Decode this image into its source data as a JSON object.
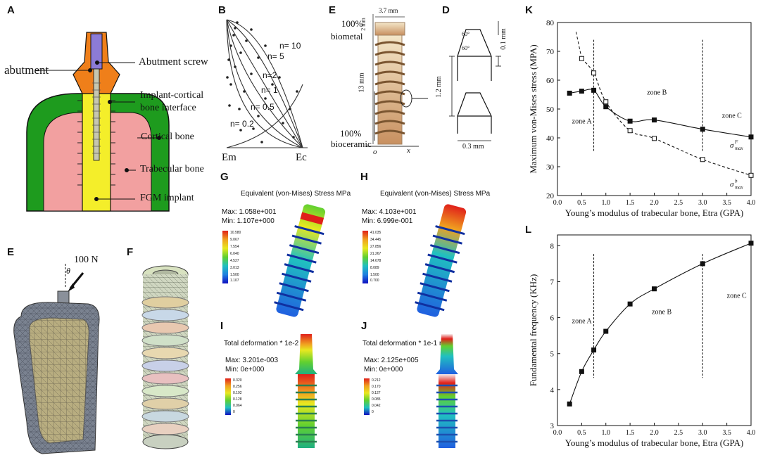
{
  "panels": {
    "A": {
      "label": "A",
      "labels": {
        "abutment": "abutment",
        "abutment_screw": "Abutment screw",
        "interface_1": "Implant-cortical",
        "interface_2": "bone interface",
        "cortical": "Cortical bone",
        "trabecular": "Trabecular bone",
        "fgm": "FGM implant"
      },
      "colors": {
        "cortical": "#1e9b1e",
        "trabecular": "#f2a0a0",
        "implant": "#f4ee2a",
        "abutment": "#ef7f1a",
        "screw": "#8c7bd6"
      }
    },
    "B": {
      "label": "B",
      "curves": [
        "n= 10",
        "n= 5",
        "n=2",
        "n= 1",
        "n= 0.5",
        "n= 0.2"
      ],
      "x_left": "Em",
      "x_right": "Ec"
    },
    "E_top": {
      "label": "E",
      "width": "3.7 mm",
      "top_h": "2 mm",
      "length": "13 mm",
      "top_1": "100%",
      "top_2": "biometal",
      "bot_1": "100%",
      "bot_2": "bioceramic",
      "origin": "o",
      "x": "x"
    },
    "D": {
      "label": "D",
      "a1": "60°",
      "a2": "60°",
      "d1": "0.1 mm",
      "d2": "1.2 mm",
      "d3": "0.3 mm"
    },
    "G": {
      "label": "G",
      "title": "Equivalent (von-Mises) Stress MPa",
      "max": "Max: 1.058e+001",
      "min": "Min: 1.107e+000",
      "legend": [
        "10.580",
        "9.067",
        "7.554",
        "6.040",
        "4.527",
        "3.013",
        "1.500",
        "1.107"
      ]
    },
    "H": {
      "label": "H",
      "title": "Equivalent (von-Mises) Stress MPa",
      "max": "Max: 4.103e+001",
      "min": "Min: 6.999e-001",
      "legend": [
        "41.035",
        "34.445",
        "27.856",
        "21.267",
        "14.678",
        "8.089",
        "1.500",
        "0.700"
      ]
    },
    "I": {
      "label": "I",
      "title": "Total deformation * 1e-2 mm",
      "max": "Max: 3.201e-003",
      "min": "Min: 0e+000",
      "legend": [
        "0.320",
        "0.256",
        "0.192",
        "0.128",
        "0.064",
        "0"
      ]
    },
    "J": {
      "label": "J",
      "title": "Total deformation * 1e-1 mm",
      "max": "Max: 2.125e+005",
      "min": "Min: 0e+000",
      "legend": [
        "0.212",
        "0.170",
        "0.127",
        "0.085",
        "0.042",
        "0"
      ]
    },
    "E_bot": {
      "label": "E",
      "force": "100 N",
      "theta": "θ"
    },
    "F": {
      "label": "F"
    },
    "K": {
      "label": "K"
    },
    "L": {
      "label": "L"
    }
  },
  "legend_colors": [
    "#e0201a",
    "#f0a020",
    "#e8e820",
    "#60d030",
    "#20c0c0",
    "#2080e0",
    "#1010c0"
  ],
  "chart_data": [
    {
      "id": "K",
      "type": "line",
      "xlabel": "Young’s modulus of trabecular bone, Etra (GPA)",
      "ylabel": "Maximum von-Mises stress (MPA)",
      "xlim": [
        0.0,
        4.0
      ],
      "ylim": [
        20,
        80
      ],
      "xticks": [
        "0.0",
        "0.5",
        "1.0",
        "1.5",
        "2.0",
        "2.5",
        "3.0",
        "3.5",
        "4.0"
      ],
      "yticks": [
        "20",
        "30",
        "40",
        "50",
        "60",
        "70",
        "80"
      ],
      "zones": [
        {
          "label": "zone A",
          "x": 0.3,
          "y": 45
        },
        {
          "label": "zone B",
          "x": 1.85,
          "y": 55
        },
        {
          "label": "zone C",
          "x": 3.4,
          "y": 47
        }
      ],
      "dividers": [
        0.75,
        3.0
      ],
      "series": [
        {
          "name": "σ",
          "sub": "max",
          "sup": "F",
          "marker": "filled",
          "dashed": false,
          "x": [
            0.25,
            0.5,
            0.75,
            1.0,
            1.5,
            2.0,
            3.0,
            4.0
          ],
          "y": [
            55.5,
            56.2,
            56.5,
            50.8,
            45.8,
            46.2,
            43.0,
            40.3
          ]
        },
        {
          "name": "σ",
          "sub": "max",
          "sup": "b",
          "marker": "open",
          "dashed": true,
          "x": [
            0.5,
            0.75,
            1.0,
            1.5,
            2.0,
            3.0,
            4.0
          ],
          "y": [
            67.5,
            62.5,
            52.5,
            42.5,
            39.8,
            32.5,
            27.0
          ]
        }
      ]
    },
    {
      "id": "L",
      "type": "line",
      "xlabel": "Young’s modulus of trabecular bone, Etra (GPA)",
      "ylabel": "Fundamental frequency (KHz)",
      "xlim": [
        0.0,
        4.0
      ],
      "ylim": [
        3,
        8.3
      ],
      "xticks": [
        "0.0",
        "0.5",
        "1.0",
        "1.5",
        "2.0",
        "2.5",
        "3.0",
        "3.5",
        "4.0"
      ],
      "yticks": [
        "3",
        "4",
        "5",
        "6",
        "7",
        "8"
      ],
      "zones": [
        {
          "label": "zone A",
          "x": 0.3,
          "y": 5.85
        },
        {
          "label": "zone B",
          "x": 1.95,
          "y": 6.1
        },
        {
          "label": "zone C",
          "x": 3.5,
          "y": 6.55
        }
      ],
      "dividers": [
        0.75,
        3.0
      ],
      "series": [
        {
          "marker": "filled",
          "dashed": false,
          "x": [
            0.25,
            0.5,
            0.75,
            1.0,
            1.5,
            2.0,
            3.0,
            4.0
          ],
          "y": [
            3.6,
            4.5,
            5.1,
            5.62,
            6.38,
            6.8,
            7.5,
            8.07
          ]
        }
      ]
    }
  ]
}
